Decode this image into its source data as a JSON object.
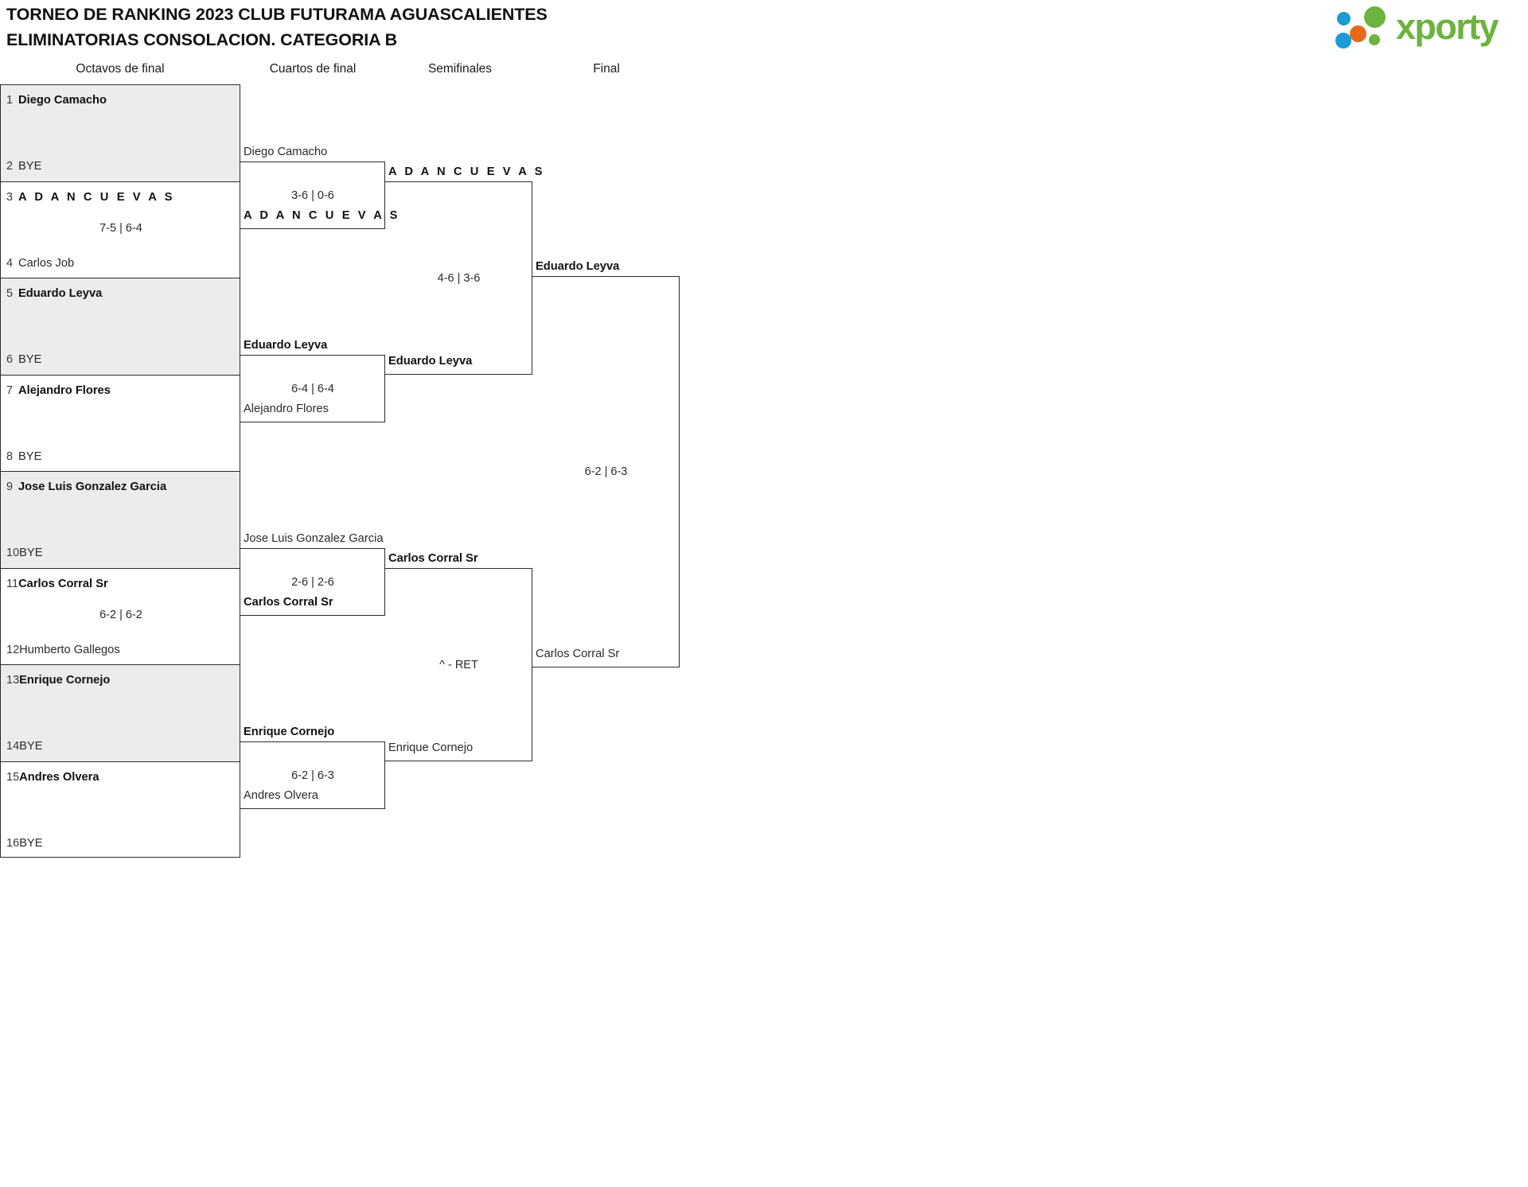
{
  "header": {
    "title_line1": "TORNEO DE RANKING 2023 CLUB FUTURAMA AGUASCALIENTES",
    "title_line2": "ELIMINATORIAS CONSOLACION. CATEGORIA B",
    "logo_word": "xporty",
    "logo_colors": {
      "green": "#6cb33f",
      "blue": "#1b9ad6",
      "orange": "#e8691a"
    }
  },
  "rounds": [
    {
      "label": "Octavos de final"
    },
    {
      "label": "Cuartos de final"
    },
    {
      "label": "Semifinales"
    },
    {
      "label": "Final"
    }
  ],
  "round1": [
    {
      "shaded": true,
      "top": {
        "seed": "1",
        "name": "Diego Camacho",
        "winner": true,
        "spaced": false
      },
      "bottom": {
        "seed": "2",
        "name": "BYE",
        "winner": false,
        "spaced": false
      },
      "score": ""
    },
    {
      "shaded": false,
      "top": {
        "seed": "3",
        "name": "A D A N C U E V A S",
        "winner": true,
        "spaced": true
      },
      "bottom": {
        "seed": "4",
        "name": "Carlos Job",
        "winner": false,
        "spaced": false
      },
      "score": "7-5 | 6-4"
    },
    {
      "shaded": true,
      "top": {
        "seed": "5",
        "name": "Eduardo Leyva",
        "winner": true,
        "spaced": false
      },
      "bottom": {
        "seed": "6",
        "name": "BYE",
        "winner": false,
        "spaced": false
      },
      "score": ""
    },
    {
      "shaded": false,
      "top": {
        "seed": "7",
        "name": "Alejandro Flores",
        "winner": true,
        "spaced": false
      },
      "bottom": {
        "seed": "8",
        "name": "BYE",
        "winner": false,
        "spaced": false
      },
      "score": ""
    },
    {
      "shaded": true,
      "top": {
        "seed": "9",
        "name": "Jose Luis Gonzalez Garcia",
        "winner": true,
        "spaced": false
      },
      "bottom": {
        "seed": "10",
        "name": "BYE",
        "winner": false,
        "spaced": false
      },
      "score": ""
    },
    {
      "shaded": false,
      "top": {
        "seed": "11",
        "name": "Carlos Corral Sr",
        "winner": true,
        "spaced": false
      },
      "bottom": {
        "seed": "12",
        "name": "Humberto Gallegos",
        "winner": false,
        "spaced": false
      },
      "score": "6-2 | 6-2"
    },
    {
      "shaded": true,
      "top": {
        "seed": "13",
        "name": "Enrique Cornejo",
        "winner": true,
        "spaced": false
      },
      "bottom": {
        "seed": "14",
        "name": "BYE",
        "winner": false,
        "spaced": false
      },
      "score": ""
    },
    {
      "shaded": false,
      "top": {
        "seed": "15",
        "name": "Andres Olvera",
        "winner": true,
        "spaced": false
      },
      "bottom": {
        "seed": "16",
        "name": "BYE",
        "winner": false,
        "spaced": false
      },
      "score": ""
    }
  ],
  "round2": [
    {
      "top": {
        "name": "Diego Camacho",
        "winner": false,
        "spaced": false
      },
      "bottom": {
        "name": "A D A N C U E V A S",
        "winner": true,
        "spaced": true
      },
      "score": "3-6 | 0-6"
    },
    {
      "top": {
        "name": "Eduardo Leyva",
        "winner": true,
        "spaced": false
      },
      "bottom": {
        "name": "Alejandro Flores",
        "winner": false,
        "spaced": false
      },
      "score": "6-4 | 6-4"
    },
    {
      "top": {
        "name": "Jose Luis Gonzalez Garcia",
        "winner": false,
        "spaced": false
      },
      "bottom": {
        "name": "Carlos Corral Sr",
        "winner": true,
        "spaced": false
      },
      "score": "2-6 | 2-6"
    },
    {
      "top": {
        "name": "Enrique Cornejo",
        "winner": true,
        "spaced": false
      },
      "bottom": {
        "name": "Andres Olvera",
        "winner": false,
        "spaced": false
      },
      "score": "6-2 | 6-3"
    }
  ],
  "round3": [
    {
      "top": {
        "name": "A D A N C U E V A S",
        "winner": false,
        "spaced": true
      },
      "bottom": {
        "name": "Eduardo Leyva",
        "winner": true,
        "spaced": false
      },
      "score": "4-6 | 3-6"
    },
    {
      "top": {
        "name": "Carlos Corral Sr",
        "winner": true,
        "spaced": false
      },
      "bottom": {
        "name": "Enrique Cornejo",
        "winner": false,
        "spaced": false
      },
      "score": "^ - RET"
    }
  ],
  "round4": [
    {
      "top": {
        "name": "Eduardo Leyva",
        "winner": true,
        "spaced": false
      },
      "bottom": {
        "name": "Carlos Corral Sr",
        "winner": false,
        "spaced": false
      },
      "score": "6-2 | 6-3"
    }
  ]
}
